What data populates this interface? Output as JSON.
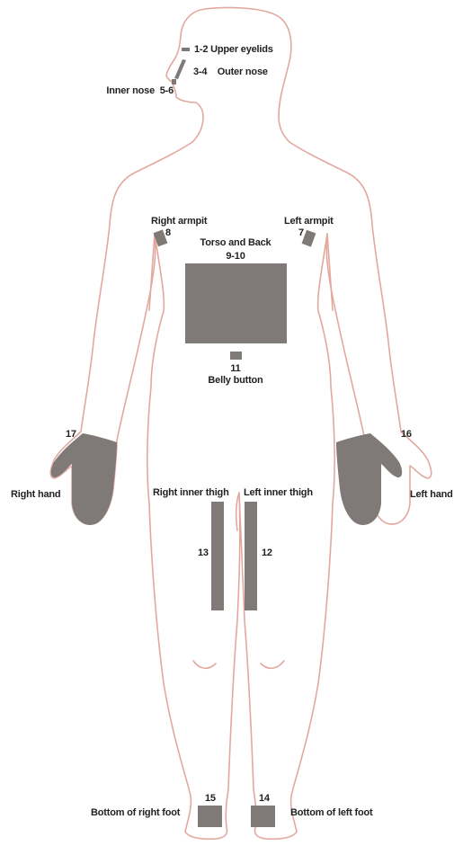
{
  "colors": {
    "outline": "#e2a8a0",
    "patch": "#7f7a78",
    "text": "#222222",
    "background": "#ffffff"
  },
  "labels": {
    "upper_eyelids": "1-2  Upper eyelids",
    "outer_nose": "3-4    Outer nose",
    "inner_nose": "Inner nose  5-6",
    "right_armpit": "Right armpit",
    "right_armpit_num": "8",
    "left_armpit": "Left armpit",
    "left_armpit_num": "7",
    "torso_back": "Torso and Back",
    "torso_back_num": "9-10",
    "belly_button_num": "11",
    "belly_button": "Belly button",
    "right_hand_num": "17",
    "right_hand": "Right hand",
    "left_hand_num": "16",
    "left_hand": "Left hand",
    "right_inner_thigh": "Right inner thigh",
    "left_inner_thigh": "Left inner thigh",
    "right_inner_thigh_num": "13",
    "left_inner_thigh_num": "12",
    "right_foot_num": "15",
    "left_foot_num": "14",
    "right_foot": "Bottom of right foot",
    "left_foot": "Bottom of left foot"
  }
}
